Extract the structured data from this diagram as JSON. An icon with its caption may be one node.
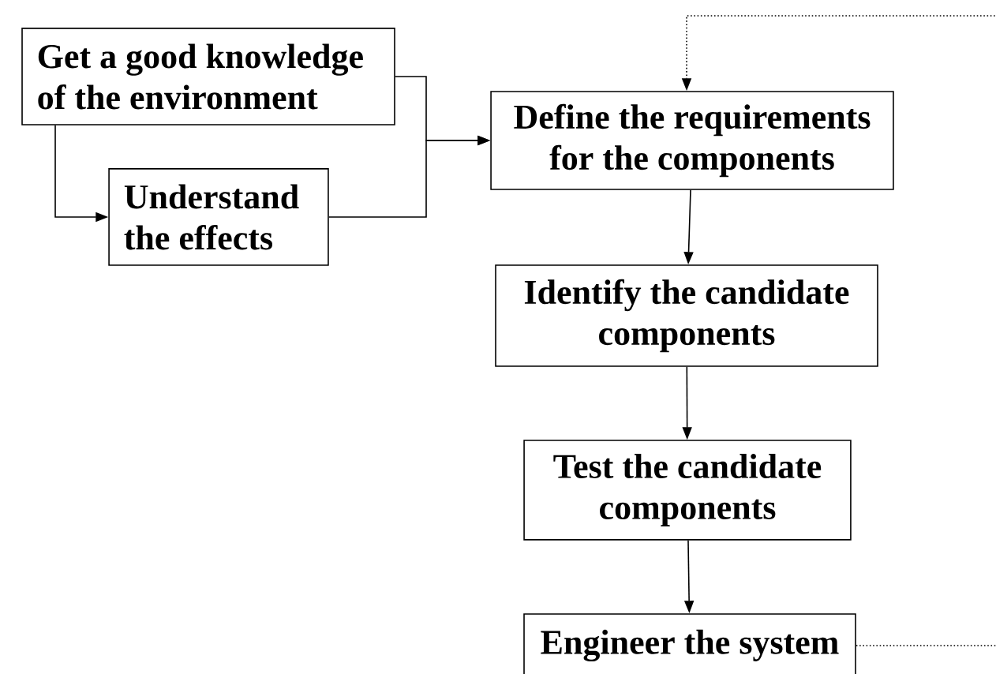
{
  "diagram": {
    "nodes": [
      {
        "text": [
          "Get a good knowledge of the environment"
        ]
      },
      {
        "text": [
          "Understand the effects"
        ]
      },
      {
        "text": [
          "Define the requirements for the components"
        ]
      },
      {
        "text": [
          "Identify the candidate components"
        ]
      },
      {
        "text": [
          "Test the candidate components"
        ]
      },
      {
        "text": [
          "Engineer the system"
        ]
      }
    ],
    "edges": [
      {
        "from": 0,
        "to": 1,
        "arrow": "to"
      },
      {
        "from": 0,
        "to": 2,
        "arrow": "to"
      },
      {
        "from": 1,
        "to": 2,
        "arrow": "to"
      },
      {
        "from": 2,
        "to": 3,
        "arrow": "to"
      },
      {
        "from": 3,
        "to": 4,
        "arrow": "to"
      },
      {
        "from": 4,
        "to": 5,
        "arrow": "to"
      },
      {
        "from": 5,
        "to": 2,
        "arrow": "to",
        "style": "dashed"
      }
    ]
  }
}
